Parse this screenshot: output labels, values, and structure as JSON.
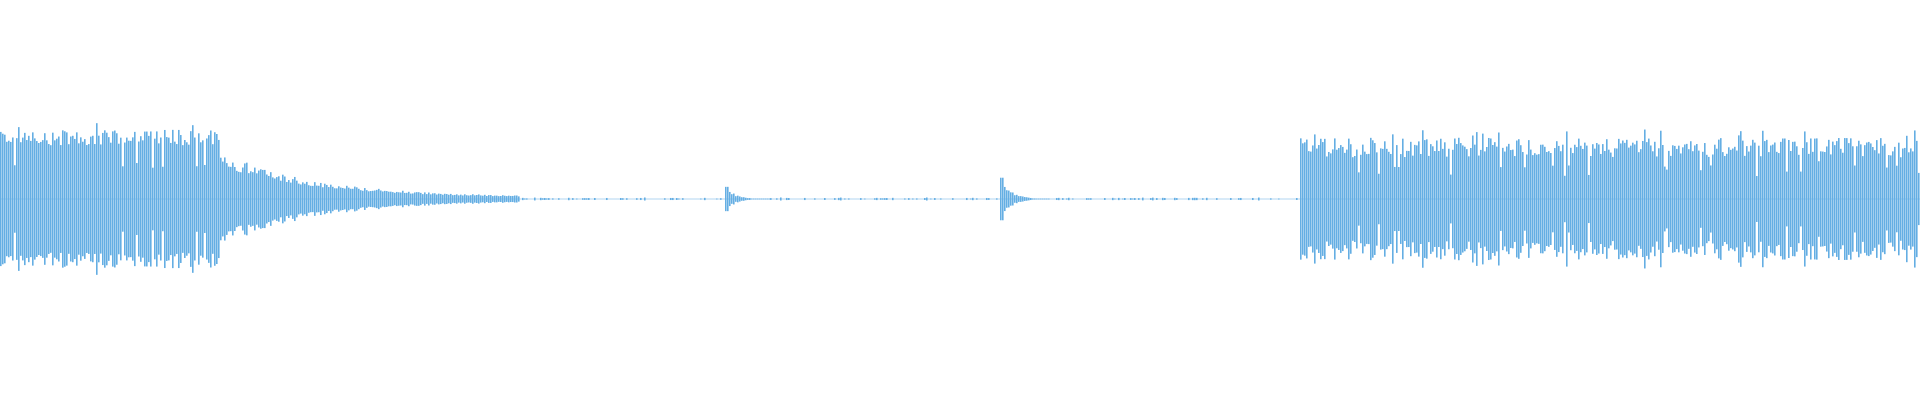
{
  "waveform": {
    "color": "#64aee3",
    "background": "#ffffff",
    "sample_count": 480,
    "segments": [
      {
        "name": "segment-intro",
        "peak_min": 0.55,
        "peak_max": 1.0,
        "density": 1.0
      },
      {
        "name": "segment-decay",
        "peak_min": 0.02,
        "peak_max": 0.55,
        "density": 1.0
      },
      {
        "name": "segment-silence-1",
        "peak_min": 0.0,
        "peak_max": 0.02,
        "density": 0.35
      },
      {
        "name": "segment-blip-1",
        "peak_min": 0.0,
        "peak_max": 0.16,
        "density": 1.0
      },
      {
        "name": "segment-silence-2",
        "peak_min": 0.0,
        "peak_max": 0.02,
        "density": 0.35
      },
      {
        "name": "segment-blip-2",
        "peak_min": 0.0,
        "peak_max": 0.28,
        "density": 1.0
      },
      {
        "name": "segment-silence-3",
        "peak_min": 0.0,
        "peak_max": 0.02,
        "density": 0.35
      },
      {
        "name": "segment-outro",
        "peak_min": 0.35,
        "peak_max": 0.92,
        "density": 1.0
      }
    ]
  }
}
